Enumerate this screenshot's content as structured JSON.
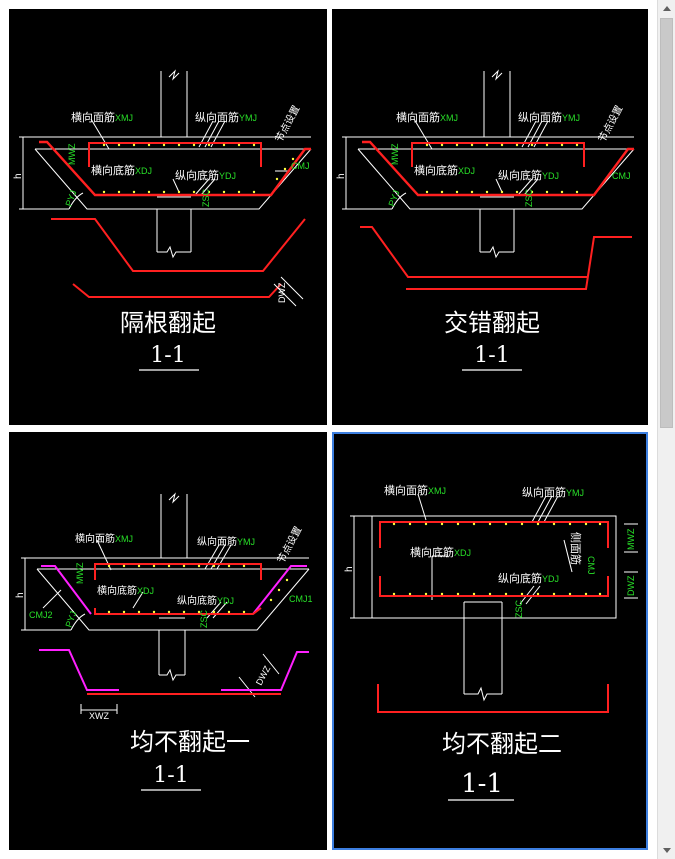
{
  "panels": [
    {
      "title": "隔根翻起",
      "section": "1-1",
      "labels": {
        "h_top": "横向面筋",
        "h_top_code": "XMJ",
        "v_top": "纵向面筋",
        "v_top_code": "YMJ",
        "h_bot": "横向底筋",
        "h_bot_code": "XDJ",
        "v_bot": "纵向底筋",
        "v_bot_code": "YDJ",
        "node": "节点设置",
        "mwz": "MWZ",
        "h": "h",
        "pyj": "PYJ",
        "cmj": "CMJ",
        "zsc": "ZSC",
        "dwz": "DWZ"
      }
    },
    {
      "title": "交错翻起",
      "section": "1-1",
      "labels": {
        "h_top": "横向面筋",
        "h_top_code": "XMJ",
        "v_top": "纵向面筋",
        "v_top_code": "YMJ",
        "h_bot": "横向底筋",
        "h_bot_code": "XDJ",
        "v_bot": "纵向底筋",
        "v_bot_code": "YDJ",
        "node": "节点设置",
        "mwz": "MWZ",
        "h": "h",
        "pyj": "PYJ",
        "cmj": "CMJ",
        "zsc": "ZSC"
      }
    },
    {
      "title": "均不翻起一",
      "section": "1-1",
      "labels": {
        "h_top": "横向面筋",
        "h_top_code": "XMJ",
        "v_top": "纵向面筋",
        "v_top_code": "YMJ",
        "h_bot": "横向底筋",
        "h_bot_code": "XDJ",
        "v_bot": "纵向底筋",
        "v_bot_code": "YDJ",
        "node": "节点设置",
        "mwz": "MWZ",
        "h": "h",
        "pyj": "PYJ",
        "cmj1": "CMJ1",
        "cmj2": "CMJ2",
        "zsc": "ZSC",
        "dwz": "DWZ",
        "xwz": "XWZ"
      }
    },
    {
      "title": "均不翻起二",
      "section": "1-1",
      "labels": {
        "h_top": "横向面筋",
        "h_top_code": "XMJ",
        "v_top": "纵向面筋",
        "v_top_code": "YMJ",
        "h_bot": "横向底筋",
        "h_bot_code": "XDJ",
        "v_bot": "纵向底筋",
        "v_bot_code": "YDJ",
        "side": "侧面筋",
        "cmj": "CMJ",
        "mwz": "MWZ",
        "dwz": "DWZ",
        "h": "h",
        "zsc": "ZSC"
      }
    }
  ],
  "colors": {
    "rebar": "#ff2020",
    "dots": "#ffff40",
    "code": "#28e028",
    "stirrup": "#ff20ff",
    "line": "#ffffff",
    "selection": "#3d7fe0"
  }
}
